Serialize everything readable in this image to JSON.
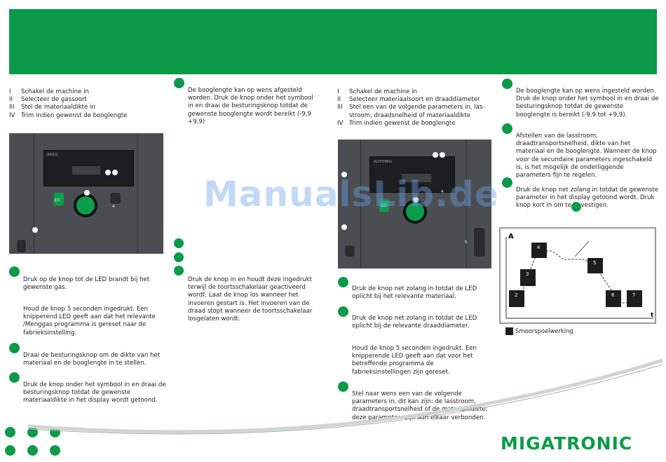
{
  "colors": {
    "brand_green": "#0a9a48",
    "panel_gray": "#4a4d52",
    "watermark_blue": "#6fa3e8"
  },
  "left_column": {
    "steps": [
      {
        "num": "I",
        "text": "Schakel de machine in"
      },
      {
        "num": "II",
        "text": "Selecteer de gassoort"
      },
      {
        "num": "III",
        "text": "Stel de materiaaldikte in"
      },
      {
        "num": "IV",
        "text": "Trim indien gewenst de booglengte"
      }
    ],
    "panel_labels": {
      "knob_label": "3/C",
      "button_label": "4",
      "display_title": "BASIC"
    },
    "notes": [
      "Druk op de knop tot de LED brandt bij het gewenste gas.",
      "Houd de knop 5 seconden ingedrukt. Een knipperend LED geeft aan dat het relevante /Menggas programma is gereset naar de fabrieksinstelling.",
      "Draai de besturingsknop om de dikte van het materiaal en de booglengte in te stellen.",
      "Druk de knop onder het symbool in en draai de besturingsknop totdat de gewenste materiaaldikte in het display wordt getoond."
    ]
  },
  "middle_left_column": {
    "arc_note": "De booglengte kan op wens afgesteld worden. Druk de knop onder het symbool in en draai de besturingsknop totdat de gewenste booglengte wordt bereikt (-9,9 +9,9)",
    "trigger_note": "Druk de knop in en houdt deze ingedrukt terwijl de toortsschakelaar geactiveerd wordt. Laat de knop los wanneer het invoeren gestart is. Het invoeren van de draad stopt wanneer de toortsschakelaar losgelaten wordt."
  },
  "middle_right_column": {
    "steps": [
      {
        "num": "I",
        "text": "Schakel de machine in"
      },
      {
        "num": "II",
        "text": "Selecteer materiaalsoort en draaddiameter"
      },
      {
        "num": "III",
        "text": "Stel een van de volgende parameters in, las-stroom, draadsnelheid of materiaaldikte"
      },
      {
        "num": "IV",
        "text": "Trim indien gewenst de booglengte"
      }
    ],
    "panel_labels": {
      "knob_label": "3/C",
      "button_label_4": "4",
      "button_label_5": "5",
      "display_title": "AUTOMIG"
    },
    "notes": [
      "Druk de knop net zolang in totdat de LED oplicht bij het relevante materiaal.",
      "Druk de knop net zolang in totdat de LED oplicht bij de relevante draaddiameter.",
      "Houd de knop 5 seconden ingedrukt. Een knipperende LED geeft aan dat voor het betreffende programma de fabrieksinstellingen zijn gereset.",
      "Stel naar wens een van de volgende parameters in, dit kan zijn: de lasstroom, draadtransportsnelheid of de materiaaldikte; deze parameters zijn aan elkaar verbonden."
    ]
  },
  "right_column": {
    "notes": [
      "De booglengte kan op wens ingesteld worden. Druk de knop onder het symbool in en draai de besturingsknop totdat de gewenste booglengte is bereikt (-9,9 tot +9,9).",
      "Afstellen van de lasstroom, draadtransportsnelheid, dikte van het materiaal en de booglengte. Wanneer de knop voor de secundaire parameters ingeschakeld is, is het mogelijk de onderliggende parameters fijn te regelen.",
      "Druk de knop net zolang in totdat de gewenste parameter in het display getoond wordt. Druk knop kort in om te bevestigen."
    ],
    "diagram": {
      "y_axis_label": "A",
      "x_axis_label": "t",
      "boxes": [
        "2",
        "3",
        "4",
        "5",
        "6",
        "7"
      ],
      "caption": "Smoorspoelwerking"
    }
  },
  "watermark": "ManualsLib.de",
  "logo": "MIGATRONIC"
}
